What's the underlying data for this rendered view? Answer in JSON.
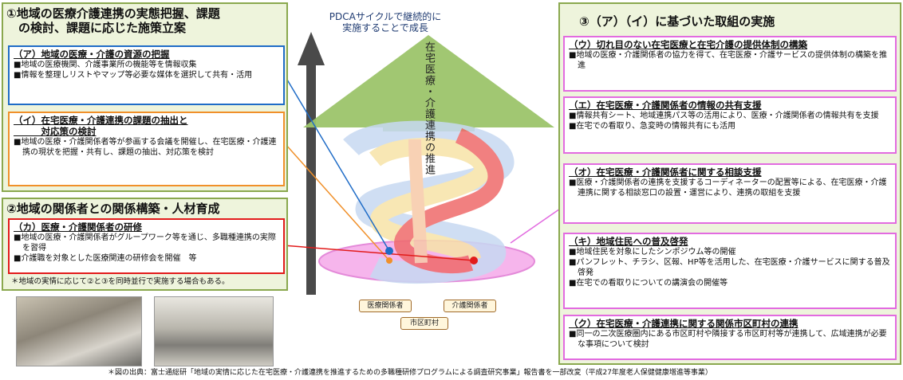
{
  "center": {
    "pdca_text": "PDCAサイクルで継続的に\n実施することで成長",
    "vertical_label": "在宅医療・介護連携の推進",
    "tags": [
      "医療関係者",
      "介護関係者",
      "市区町村"
    ]
  },
  "panel1": {
    "title": "①地域の医療介護連携の実態把握、課題\n　の検討、課題に応じた施策立案",
    "box_a": {
      "title": "（ア）地域の医療・介護の資源の把握",
      "bullets": [
        "■地域の医療機関、介護事業所の機能等を情報収集",
        "■情報を整理しリストやマップ等必要な媒体を選択して共有・活用"
      ]
    },
    "box_i": {
      "title": "（イ）在宅医療・介護連携の課題の抽出と\n　　　対応策の検討",
      "bullets": [
        "■地域の医療・介護関係者等が参画する会議を開催し、在宅医療・介護連携の現状を把握・共有し、課題の抽出、対応策を検討"
      ]
    }
  },
  "panel2": {
    "title": "②地域の関係者との関係構築・人材育成",
    "box_ka": {
      "title": "（カ）医療・介護関係者の研修",
      "bullets": [
        "■地域の医療・介護関係者がグループワーク等を通じ、多職種連携の実際を習得",
        "■介護職を対象とした医療関連の研修会を開催　等"
      ]
    },
    "note": "＊地域の実情に応じて②と③を同時並行で実施する場合もある。"
  },
  "panel3": {
    "title": "③（ア）（イ）に基づいた取組の実施",
    "boxes": [
      {
        "title": "（ウ）切れ目のない在宅医療と在宅介護の提供体制の構築",
        "bullets": [
          "■地域の医療・介護関係者の協力を得て、在宅医療・介護サービスの提供体制の構築を推進"
        ]
      },
      {
        "title": "（エ）在宅医療・介護関係者の情報の共有支援",
        "bullets": [
          "■情報共有シート、地域連携パス等の活用により、医療・介護関係者の情報共有を支援",
          "■在宅での看取り、急変時の情報共有にも活用"
        ]
      },
      {
        "title": "（オ）在宅医療・介護関係者に関する相談支援",
        "bullets": [
          "■医療・介護関係者の連携を支援するコーディネーターの配置等による、在宅医療・介護連携に関する相談窓口の設置・運営により、連携の取組を支援"
        ]
      },
      {
        "title": "（キ）地域住民への普及啓発",
        "bullets": [
          "■地域住民を対象にしたシンポジウム等の開催",
          "■パンフレット、チラシ、区報、HP等を活用した、在宅医療・介護サービスに関する普及啓発",
          "■在宅での看取りについての講演会の開催等"
        ]
      },
      {
        "title": "（ク）在宅医療・介護連携に関する関係市区町村の連携",
        "bullets": [
          "■同一の二次医療圏内にある市区町村や隣接する市区町村等が連携して、広域連携が必要な事項について検討"
        ]
      }
    ]
  },
  "source": "＊図の出典：富士通総研「地域の実情に応じた在宅医療・介護連携を推進するための多職種研修プログラムによる調査研究事業」報告書を一部改変（平成27年度老人保健健康増進等事業）",
  "colors": {
    "panel_bg": "#eef4dc",
    "panel_border": "#8aa84e",
    "blue": "#1f6cc7",
    "orange": "#f0902a",
    "red": "#e21b1b",
    "pink": "#e26be0",
    "green_arrow": "#9cc46a"
  }
}
